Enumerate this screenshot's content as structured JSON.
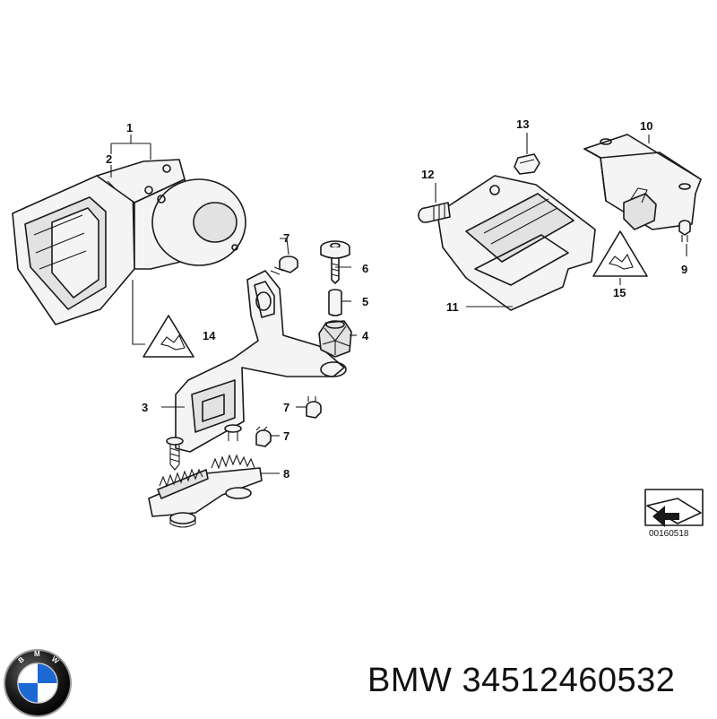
{
  "callouts": {
    "c1": "1",
    "c2": "2",
    "c3": "3",
    "c4": "4",
    "c5": "5",
    "c6": "6",
    "c7a": "7",
    "c7b": "7",
    "c7c": "7",
    "c8": "8",
    "c9": "9",
    "c10": "10",
    "c11": "11",
    "c12": "12",
    "c13": "13",
    "c14": "14",
    "c15": "15"
  },
  "diagram_ref": "00160518",
  "footer": {
    "brand": "BMW",
    "part_number": "34512460532",
    "logo_letters": "BMW"
  },
  "colors": {
    "line": "#1a1a1a",
    "logo_blue": "#1c69d4",
    "logo_ring": "#111111"
  }
}
